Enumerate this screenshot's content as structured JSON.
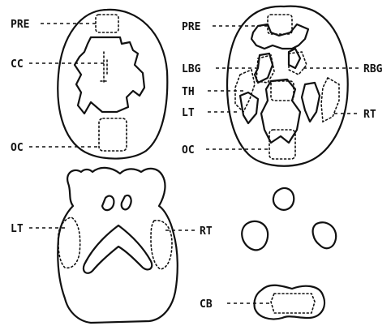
{
  "labels": {
    "pre_a": "PRE",
    "cc": "CC",
    "oc_a": "OC",
    "pre_b": "PRE",
    "lbg": "LBG",
    "rbg": "RBG",
    "th": "TH",
    "lt_b": "LT",
    "rt_b": "RT",
    "oc_b": "OC",
    "lt_c": "LT",
    "rt_c": "RT",
    "cb": "CB"
  }
}
